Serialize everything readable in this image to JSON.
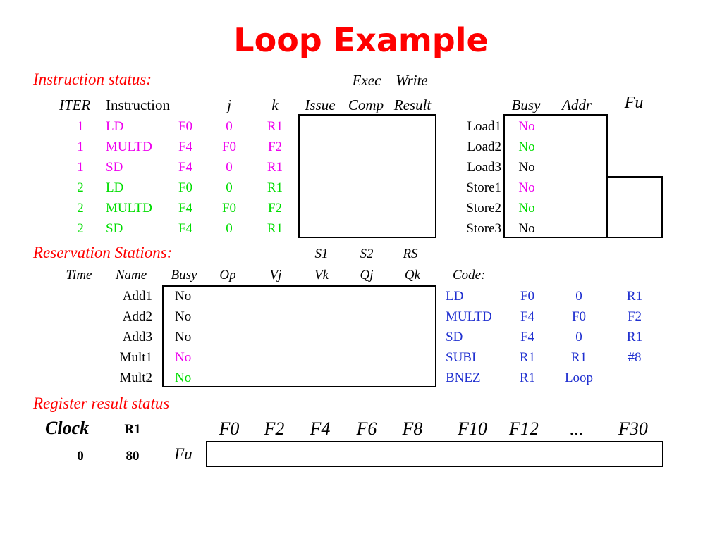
{
  "title": "Loop Example",
  "instruction_status": {
    "label": "Instruction status:",
    "header_top": {
      "exec": "Exec",
      "write": "Write"
    },
    "headers": {
      "iter": "ITER",
      "instruction": "Instruction",
      "j": "j",
      "k": "k",
      "issue": "Issue",
      "comp": "Comp",
      "result": "Result"
    },
    "rows": [
      {
        "iter": "1",
        "op": "LD",
        "dst": "F0",
        "j": "0",
        "k": "R1",
        "color": "#ee00ee"
      },
      {
        "iter": "1",
        "op": "MULTD",
        "dst": "F4",
        "j": "F0",
        "k": "F2",
        "color": "#ee00ee"
      },
      {
        "iter": "1",
        "op": "SD",
        "dst": "F4",
        "j": "0",
        "k": "R1",
        "color": "#ee00ee"
      },
      {
        "iter": "2",
        "op": "LD",
        "dst": "F0",
        "j": "0",
        "k": "R1",
        "color": "#00dd00"
      },
      {
        "iter": "2",
        "op": "MULTD",
        "dst": "F4",
        "j": "F0",
        "k": "F2",
        "color": "#00dd00"
      },
      {
        "iter": "2",
        "op": "SD",
        "dst": "F4",
        "j": "0",
        "k": "R1",
        "color": "#00dd00"
      }
    ]
  },
  "load_store": {
    "headers": {
      "busy": "Busy",
      "addr": "Addr",
      "fu": "Fu"
    },
    "rows": [
      {
        "name": "Load1",
        "busy": "No",
        "color": "#ee00ee"
      },
      {
        "name": "Load2",
        "busy": "No",
        "color": "#00dd00"
      },
      {
        "name": "Load3",
        "busy": "No",
        "color": "#000000"
      },
      {
        "name": "Store1",
        "busy": "No",
        "color": "#ee00ee"
      },
      {
        "name": "Store2",
        "busy": "No",
        "color": "#00dd00"
      },
      {
        "name": "Store3",
        "busy": "No",
        "color": "#000000"
      }
    ]
  },
  "reservation_stations": {
    "label": "Reservation Stations:",
    "header_top": {
      "s1": "S1",
      "s2": "S2",
      "rs": "RS"
    },
    "headers": {
      "time": "Time",
      "name": "Name",
      "busy": "Busy",
      "op": "Op",
      "vj": "Vj",
      "vk": "Vk",
      "qj": "Qj",
      "qk": "Qk",
      "code": "Code:"
    },
    "rows": [
      {
        "name": "Add1",
        "busy": "No",
        "color": "#000000"
      },
      {
        "name": "Add2",
        "busy": "No",
        "color": "#000000"
      },
      {
        "name": "Add3",
        "busy": "No",
        "color": "#000000"
      },
      {
        "name": "Mult1",
        "busy": "No",
        "color": "#ee00ee"
      },
      {
        "name": "Mult2",
        "busy": "No",
        "color": "#00dd00"
      }
    ]
  },
  "code": [
    {
      "op": "LD",
      "a": "F0",
      "b": "0",
      "c": "R1"
    },
    {
      "op": "MULTD",
      "a": "F4",
      "b": "F0",
      "c": "F2"
    },
    {
      "op": "SD",
      "a": "F4",
      "b": "0",
      "c": "R1"
    },
    {
      "op": "SUBI",
      "a": "R1",
      "b": "R1",
      "c": "#8"
    },
    {
      "op": "BNEZ",
      "a": "R1",
      "b": "Loop",
      "c": ""
    }
  ],
  "register_status": {
    "label": "Register result status",
    "clock_label": "Clock",
    "r1_label": "R1",
    "clock_value": "0",
    "r1_value": "80",
    "fu_label": "Fu",
    "registers": [
      "F0",
      "F2",
      "F4",
      "F6",
      "F8",
      "F10",
      "F12",
      "...",
      "F30"
    ]
  }
}
